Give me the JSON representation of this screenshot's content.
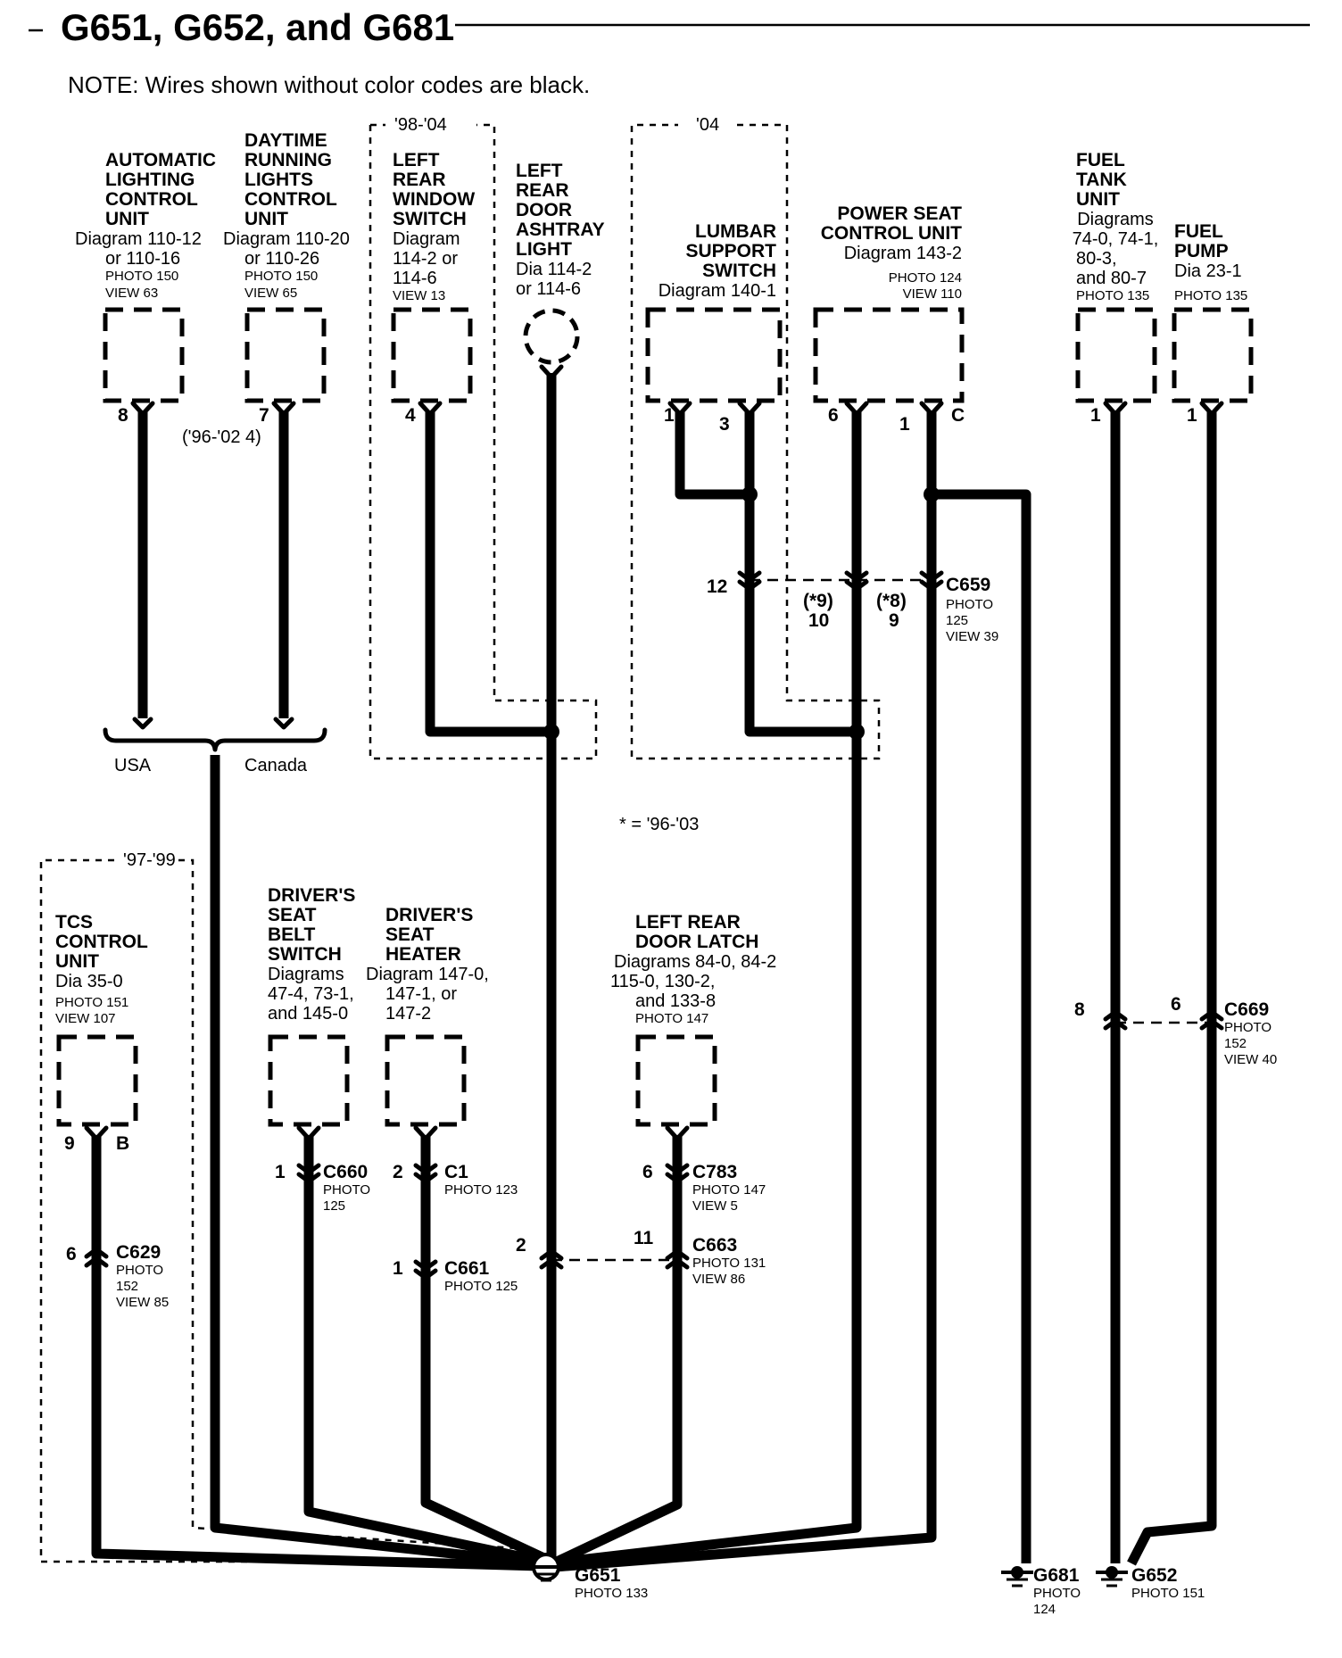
{
  "title": "G651, G652, and G681",
  "note": "NOTE: Wires shown without color codes are black.",
  "year_ranges": {
    "left_rear_window": "'98-'04",
    "lumbar": "'04",
    "tcs": "'97-'99"
  },
  "footnote": "* = '96-'03",
  "components": {
    "auto_lighting": {
      "name": [
        "AUTOMATIC",
        "LIGHTING",
        "CONTROL",
        "UNIT"
      ],
      "refs": [
        "Diagram 110-12",
        "or 110-16"
      ],
      "photo": [
        "PHOTO 150",
        "VIEW 63"
      ],
      "pin": "8"
    },
    "drl": {
      "name": [
        "DAYTIME",
        "RUNNING",
        "LIGHTS",
        "CONTROL",
        "UNIT"
      ],
      "refs": [
        "Diagram 110-20",
        "or 110-26"
      ],
      "photo": [
        "PHOTO 150",
        "VIEW 65"
      ],
      "pin": "7",
      "pin_alt": "('96-'02 4)"
    },
    "left_rear_window": {
      "name": [
        "LEFT",
        "REAR",
        "WINDOW",
        "SWITCH"
      ],
      "refs": [
        "Diagram",
        "114-2 or",
        "114-6"
      ],
      "photo": [
        "VIEW 13"
      ],
      "pin": "4"
    },
    "ashtray_light": {
      "name": [
        "LEFT",
        "REAR",
        "DOOR",
        "ASHTRAY",
        "LIGHT"
      ],
      "refs": [
        "Dia 114-2",
        "or 114-6"
      ]
    },
    "lumbar": {
      "name": [
        "LUMBAR",
        "SUPPORT",
        "SWITCH"
      ],
      "refs": [
        "Diagram 140-1"
      ],
      "pins": [
        "1",
        "3"
      ]
    },
    "power_seat": {
      "name": [
        "POWER SEAT",
        "CONTROL UNIT"
      ],
      "refs": [
        "Diagram 143-2"
      ],
      "photo": [
        "PHOTO 124",
        "VIEW 110"
      ],
      "pins": [
        "6",
        "1",
        "C"
      ]
    },
    "fuel_tank": {
      "name": [
        "FUEL",
        "TANK",
        "UNIT"
      ],
      "refs": [
        "Diagrams",
        "74-0, 74-1,",
        "80-3,",
        "and 80-7"
      ],
      "photo": [
        "PHOTO 135"
      ],
      "pin": "1"
    },
    "fuel_pump": {
      "name": [
        "FUEL",
        "PUMP"
      ],
      "refs": [
        "Dia 23-1"
      ],
      "photo": [
        "PHOTO 135"
      ],
      "pin": "1"
    },
    "tcs": {
      "name": [
        "TCS",
        "CONTROL",
        "UNIT"
      ],
      "refs": [
        "Dia 35-0"
      ],
      "photo": [
        "PHOTO 151",
        "VIEW 107"
      ],
      "pins": [
        "9",
        "B"
      ]
    },
    "seat_belt": {
      "name": [
        "DRIVER'S",
        "SEAT",
        "BELT",
        "SWITCH"
      ],
      "refs": [
        "Diagrams",
        "47-4, 73-1,",
        "and 145-0"
      ]
    },
    "seat_heater": {
      "name": [
        "DRIVER'S",
        "SEAT",
        "HEATER"
      ],
      "refs": [
        "Diagram 147-0,",
        "147-1, or",
        "147-2"
      ]
    },
    "door_latch": {
      "name": [
        "LEFT REAR",
        "DOOR LATCH"
      ],
      "refs": [
        "Diagrams 84-0, 84-2",
        "115-0, 130-2,",
        "and 133-8"
      ],
      "photo": [
        "PHOTO 147"
      ]
    }
  },
  "connectors": {
    "c659": {
      "id": "C659",
      "photo": [
        "PHOTO",
        "125",
        "VIEW 39"
      ],
      "pins": [
        "12",
        "(*9)",
        "10",
        "(*8)",
        "9"
      ]
    },
    "c669": {
      "id": "C669",
      "photo": [
        "PHOTO",
        "152",
        "VIEW 40"
      ],
      "pins": [
        "8",
        "6"
      ]
    },
    "c660": {
      "id": "C660",
      "photo": [
        "PHOTO",
        "125"
      ],
      "pin": "1"
    },
    "c1": {
      "id": "C1",
      "photo": [
        "PHOTO 123"
      ],
      "pin": "2"
    },
    "c661": {
      "id": "C661",
      "photo": [
        "PHOTO 125"
      ],
      "pin": "1"
    },
    "c783": {
      "id": "C783",
      "photo": [
        "PHOTO 147",
        "VIEW 5"
      ],
      "pin": "6"
    },
    "c663": {
      "id": "C663",
      "photo": [
        "PHOTO 131",
        "VIEW 86"
      ],
      "pins": [
        "2",
        "11"
      ]
    },
    "c629": {
      "id": "C629",
      "photo": [
        "PHOTO",
        "152",
        "VIEW 85"
      ],
      "pin": "6"
    }
  },
  "splice_labels": {
    "usa": "USA",
    "canada": "Canada"
  },
  "grounds": {
    "g651": {
      "id": "G651",
      "photo": [
        "PHOTO 133"
      ]
    },
    "g681": {
      "id": "G681",
      "photo": [
        "PHOTO",
        "124"
      ]
    },
    "g652": {
      "id": "G652",
      "photo": [
        "PHOTO 151"
      ]
    }
  }
}
